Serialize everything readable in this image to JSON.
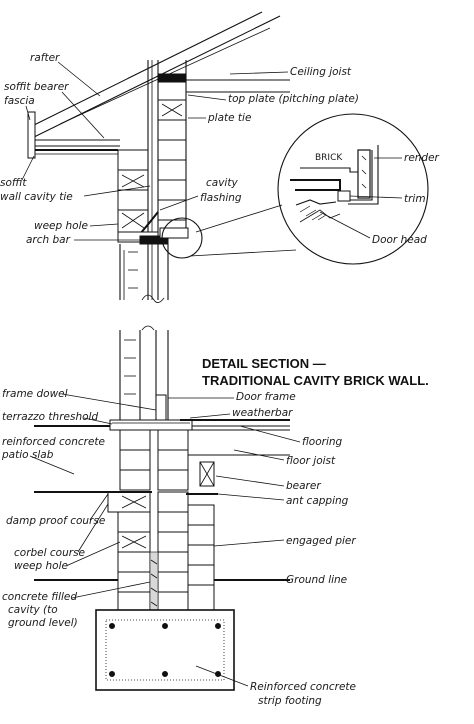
{
  "diagram": {
    "title_line1": "DETAIL SECTION —",
    "title_line2": "TRADITIONAL CAVITY BRICK WALL.",
    "labels": {
      "rafter": "rafter",
      "soffit_bearer": "soffit bearer",
      "fascia": "fascia",
      "ceiling_joist": "Ceiling joist",
      "top_plate": "top plate (pitching plate)",
      "plate_tie": "plate tie",
      "soffit": "soffit",
      "wall_cavity_tie": "wall cavity tie",
      "cavity_flashing_1": "cavity",
      "cavity_flashing_2": "flashing",
      "weep_hole_upper": "weep hole",
      "arch_bar": "arch bar",
      "brick": "BRICK",
      "render": "render",
      "trim": "trim",
      "door_head": "Door head",
      "frame_dowel": "frame dowel",
      "door_frame": "Door frame",
      "terrazzo_threshold": "terrazzo threshold",
      "weatherbar": "weatherbar",
      "reinforced_concrete_1": "reinforced concrete",
      "patio_slab": "patio slab",
      "flooring": "flooring",
      "floor_joist": "floor joist",
      "bearer": "bearer",
      "ant_capping": "ant capping",
      "damp_proof_course": "damp proof course",
      "engaged_pier": "engaged pier",
      "corbel_course": "corbel course",
      "weep_hole_lower": "weep hole",
      "ground_line": "Ground line",
      "concrete_filled_1": "concrete filled",
      "concrete_filled_2": "cavity (to",
      "concrete_filled_3": "ground level)",
      "strip_footing_1": "Reinforced concrete",
      "strip_footing_2": "strip footing"
    }
  }
}
